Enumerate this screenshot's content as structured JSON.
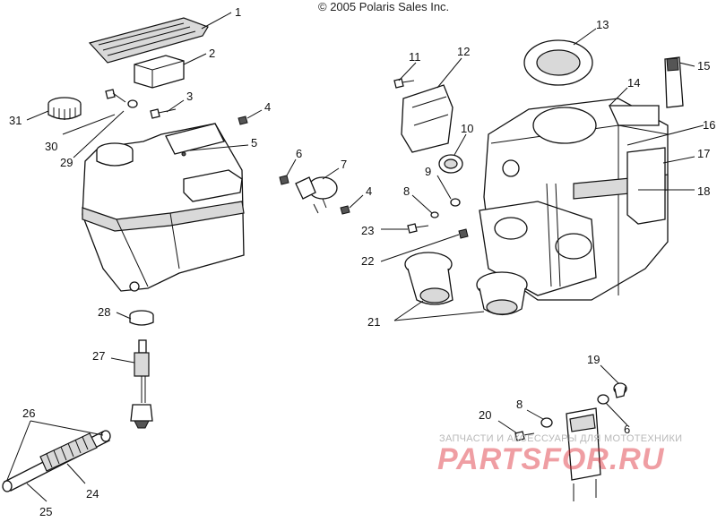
{
  "copyright": "© 2005 Polaris Sales Inc.",
  "watermark": {
    "top": "ЗАПЧАСТИ И АКСЕССУАРЫ ДЛЯ МОТОТЕХНИКИ",
    "logo": "PARTSFOR.RU"
  },
  "callouts": [
    "1",
    "2",
    "3",
    "4",
    "5",
    "6",
    "7",
    "4",
    "8",
    "9",
    "10",
    "11",
    "12",
    "13",
    "14",
    "15",
    "16",
    "17",
    "18",
    "21",
    "22",
    "23",
    "19",
    "6",
    "8",
    "20",
    "24",
    "25",
    "26",
    "27",
    "28",
    "29",
    "30",
    "31"
  ]
}
